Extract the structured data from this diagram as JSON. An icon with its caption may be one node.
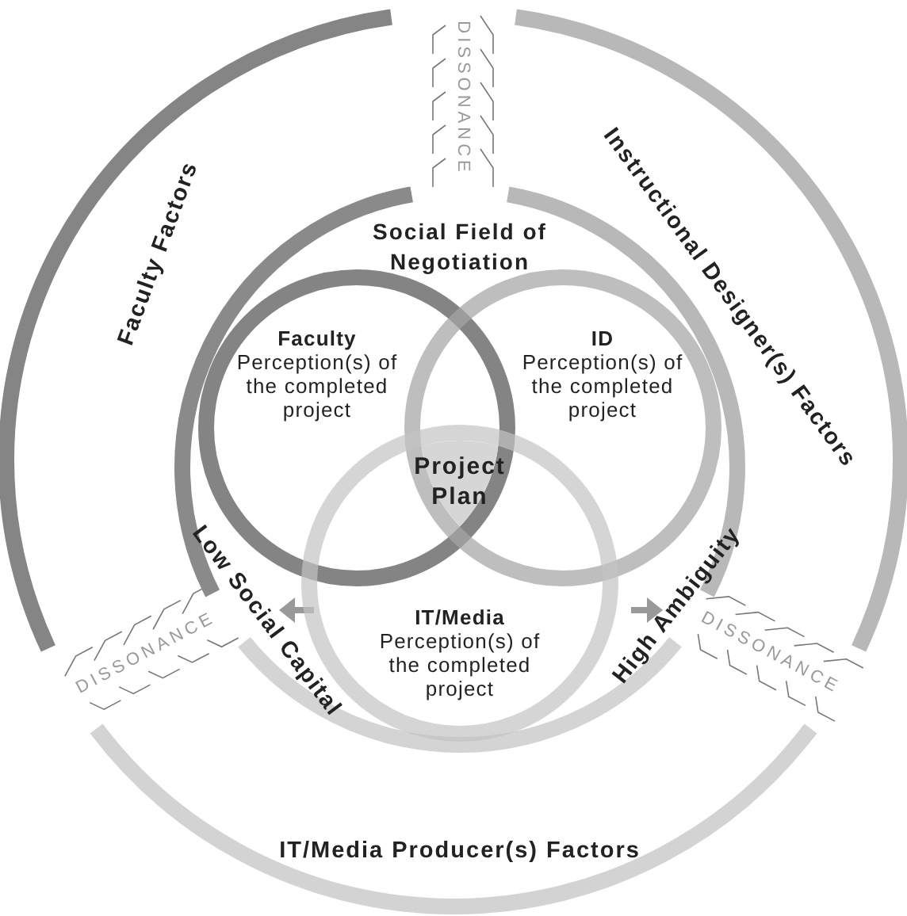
{
  "diagram": {
    "nodes": [
      {
        "text": [
          "Social Field of Negotiation"
        ]
      },
      {
        "text": [
          "Faculty",
          "Perception(s) of the completed project"
        ],
        "in": 0
      },
      {
        "text": [
          "ID",
          "Perception(s) of the completed project"
        ],
        "in": 0
      },
      {
        "text": [
          "IT/Media",
          "Perception(s) of the completed project"
        ],
        "in": 0
      },
      {
        "text": [
          "Project Plan"
        ]
      }
    ],
    "labels": [
      "DISSONANCE",
      "Faculty Factors",
      "Instructional Designer(s) Factors",
      "Low Social Capital",
      "DISSONANCE",
      "High Ambiguity",
      "DISSONANCE",
      "IT/Media Producer(s) Factors"
    ]
  }
}
